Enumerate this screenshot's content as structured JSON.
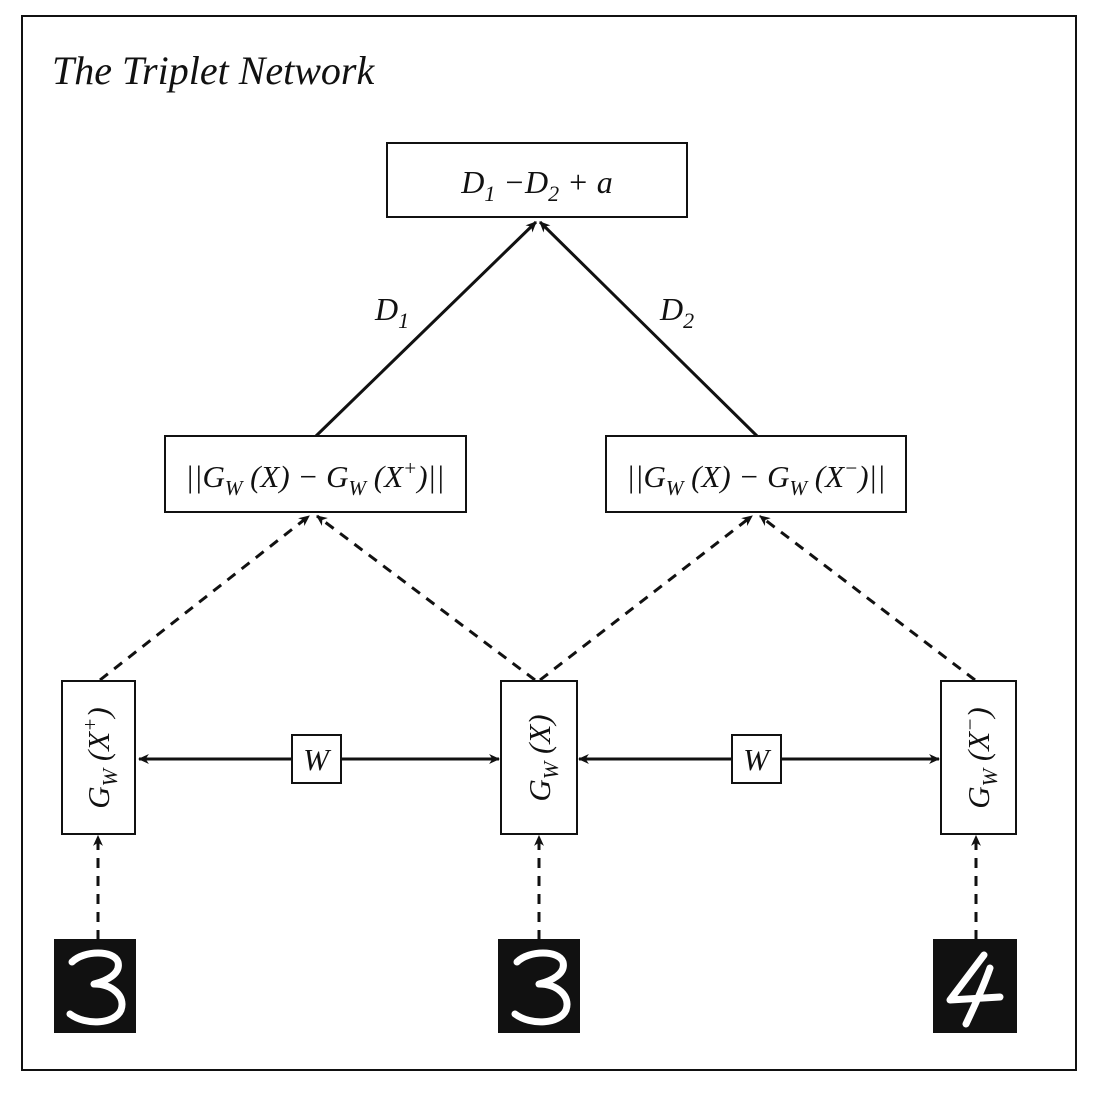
{
  "diagram": {
    "title": "The Triplet Network",
    "loss": {
      "a": "D",
      "a_sub": "1",
      "minus": " −",
      "b": "D",
      "b_sub": "2",
      "tail": " + a"
    },
    "edge_d1": {
      "letter": "D",
      "sub": "1"
    },
    "edge_d2": {
      "letter": "D",
      "sub": "2"
    },
    "dist_pos": {
      "open": "||",
      "g1": "G",
      "w1": "W",
      "arg1": " (X)",
      "minus": " − ",
      "g2": "G",
      "w2": "W",
      "arg2": " (X",
      "sup": "+",
      "close": ")||"
    },
    "dist_neg": {
      "open": "||",
      "g1": "G",
      "w1": "W",
      "arg1": " (X)",
      "minus": " − ",
      "g2": "G",
      "w2": "W",
      "arg2": " (X",
      "sup": "−",
      "close": ")||"
    },
    "enc_pos": {
      "g": "G",
      "w": "W",
      "arg": " (X",
      "sup": "+",
      "close": ")"
    },
    "enc_anchor": {
      "g": "G",
      "w": "W",
      "arg": " (X)"
    },
    "enc_neg": {
      "g": "G",
      "w": "W",
      "arg": " (X",
      "sup": "−",
      "close": ")"
    },
    "shared_weight_left": "W",
    "shared_weight_right": "W",
    "input_positive": "3",
    "input_anchor": "3",
    "input_negative": "4"
  }
}
